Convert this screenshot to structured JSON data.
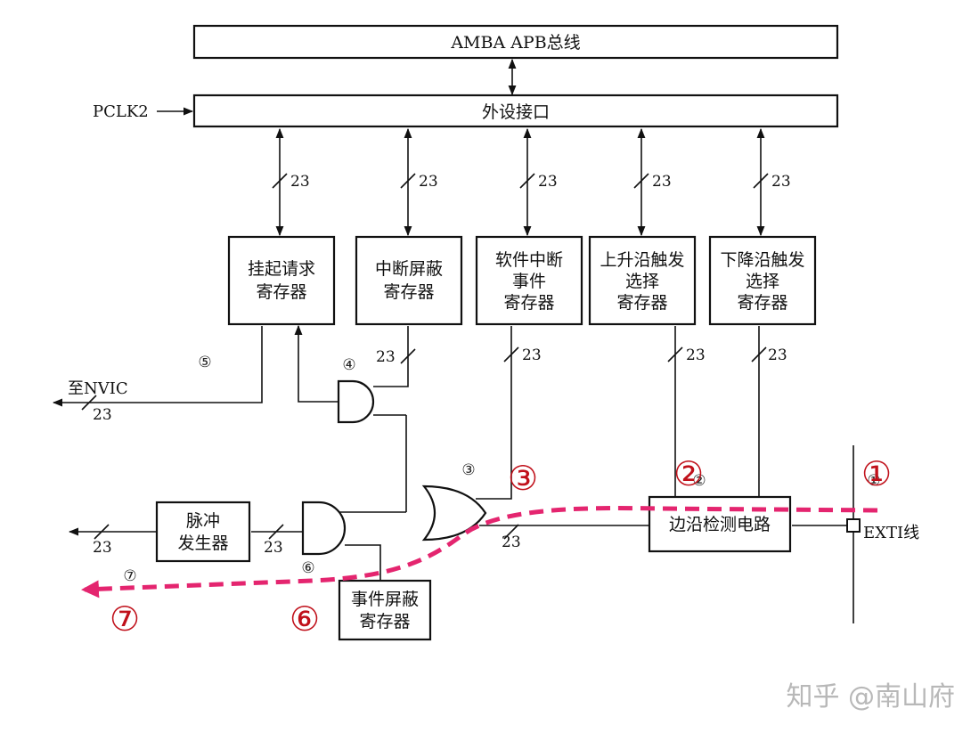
{
  "bus": {
    "label": "AMBA APB总线"
  },
  "interface": {
    "label": "外设接口",
    "clock": "PCLK2"
  },
  "width": "23",
  "registers": {
    "pending": [
      "挂起请求",
      "寄存器"
    ],
    "int_mask": [
      "中断屏蔽",
      "寄存器"
    ],
    "sw_int": [
      "软件中断",
      "事件",
      "寄存器"
    ],
    "rising": [
      "上升沿触发",
      "选择",
      "寄存器"
    ],
    "falling": [
      "下降沿触发",
      "选择",
      "寄存器"
    ],
    "evt_mask": [
      "事件屏蔽",
      "寄存器"
    ],
    "pulse": [
      "脉冲",
      "发生器"
    ],
    "edge": "边沿检测电路"
  },
  "labels": {
    "nvic": "至NVIC",
    "exti": "EXTI线"
  },
  "markers": {
    "m1": "①",
    "m2": "②",
    "m3": "③",
    "m4": "④",
    "m5": "⑤",
    "m6": "⑥",
    "m7": "⑦"
  },
  "watermark": "知乎 @南山府",
  "colors": {
    "highlight": "#e4256f",
    "marker_red": "#c0101a"
  }
}
